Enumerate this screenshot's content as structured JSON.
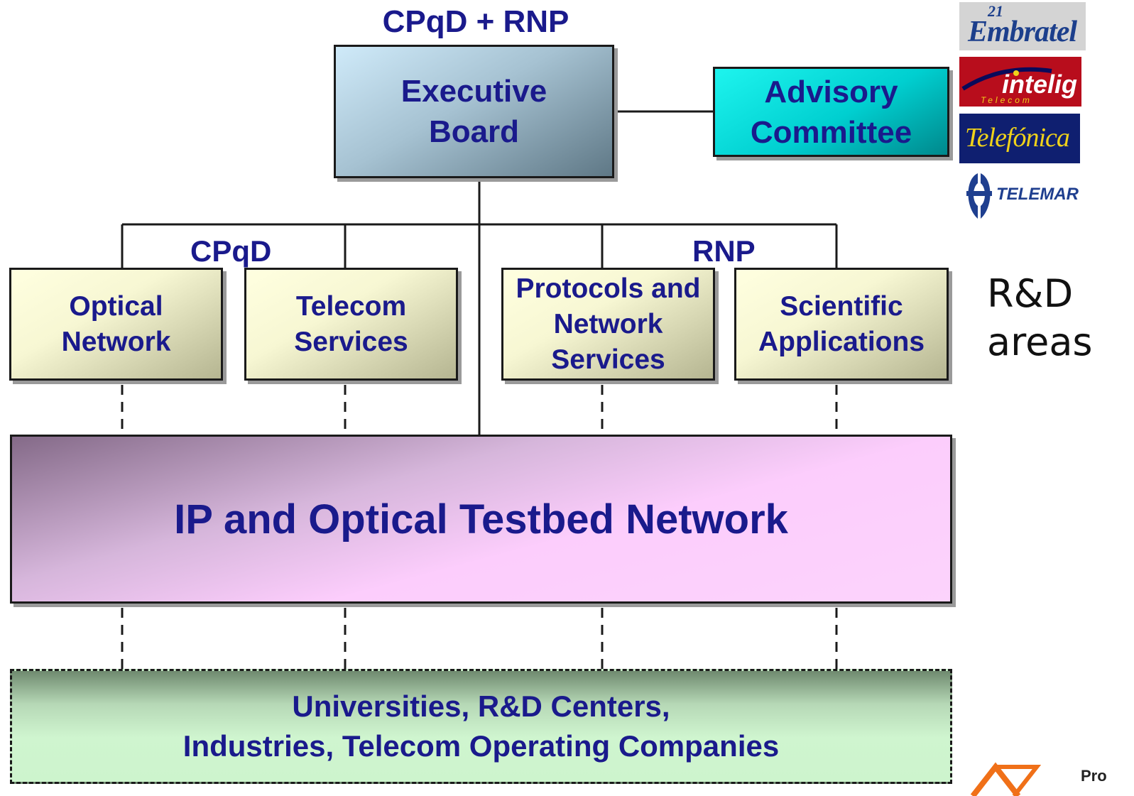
{
  "header": {
    "top_label": "CPqD + RNP"
  },
  "exec": {
    "line1": "Executive",
    "line2": "Board"
  },
  "advisory": {
    "line1": "Advisory",
    "line2": "Committee"
  },
  "groups": {
    "left": "CPqD",
    "right": "RNP"
  },
  "areas": [
    {
      "lines": [
        "Optical",
        "Network"
      ]
    },
    {
      "lines": [
        "Telecom",
        "Services"
      ]
    },
    {
      "lines": [
        "Protocols and",
        "Network",
        "Services"
      ]
    },
    {
      "lines": [
        "Scientific",
        "Applications"
      ]
    }
  ],
  "side_label": {
    "line1": "R&D",
    "line2": "areas"
  },
  "testbed": {
    "label": "IP and Optical Testbed Network"
  },
  "partners": {
    "line1": "Universities, R&D Centers,",
    "line2": "Industries, Telecom Operating Companies"
  },
  "logos": {
    "embratel": {
      "text": "Embratel",
      "number": "21",
      "bg": "#d4d4d4",
      "color": "#1c3f8c"
    },
    "intelig": {
      "text": "intelig",
      "sub": "Telecom",
      "bg": "#b80d1c",
      "color": "#ffffff"
    },
    "telefonica": {
      "text": "Telefónica",
      "bg": "#0f1f70",
      "color": "#f0d21a"
    },
    "telemar": {
      "text": "TELEMAR",
      "color": "#1f3f8f"
    },
    "corner": {
      "text": "Pro",
      "accent": "#f07018"
    }
  },
  "colors": {
    "text": "#1a1a8c",
    "line": "#1a1a1a"
  }
}
